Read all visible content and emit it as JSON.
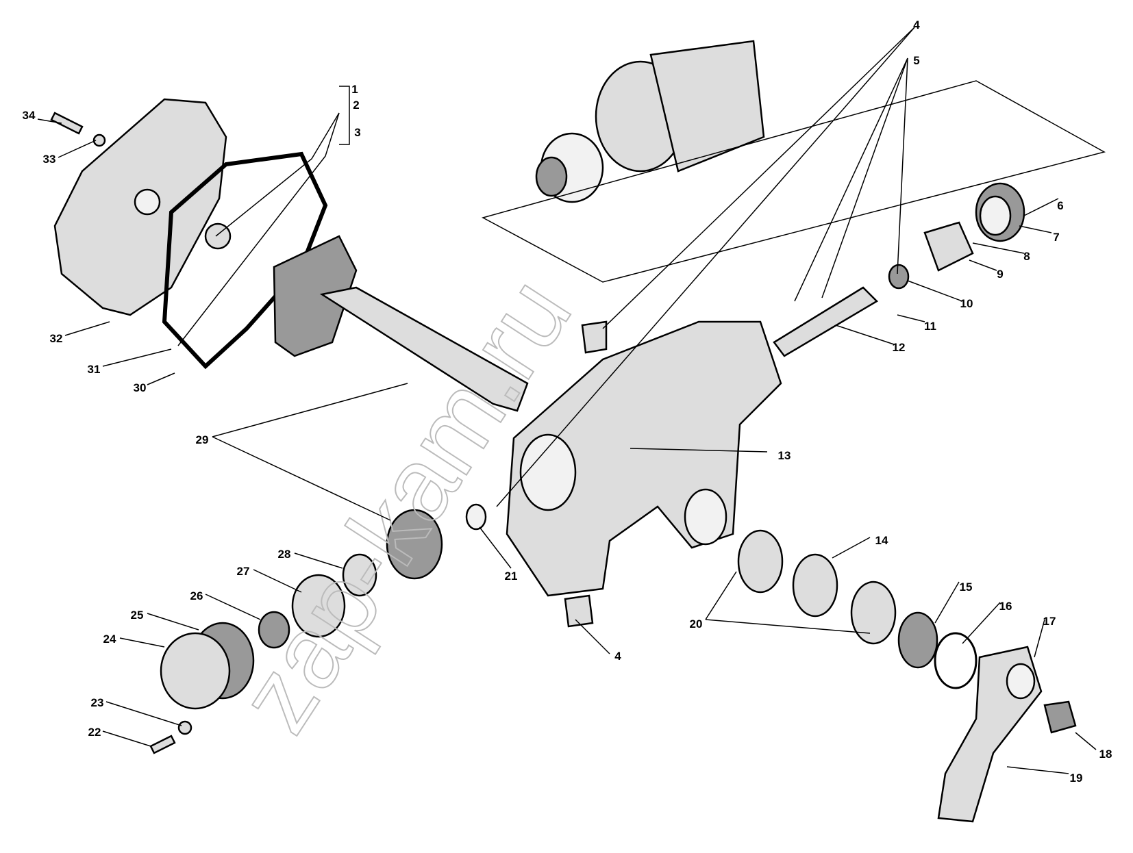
{
  "title": "Steering gear exploded parts diagram",
  "watermark": "zap-kam.ru",
  "callouts": [
    "1",
    "2",
    "3",
    "4",
    "5",
    "6",
    "7",
    "8",
    "9",
    "10",
    "11",
    "12",
    "13",
    "14",
    "15",
    "16",
    "17",
    "18",
    "19",
    "20",
    "21",
    "22",
    "23",
    "24",
    "25",
    "26",
    "27",
    "28",
    "29",
    "30",
    "31",
    "32",
    "33",
    "34",
    "4"
  ]
}
